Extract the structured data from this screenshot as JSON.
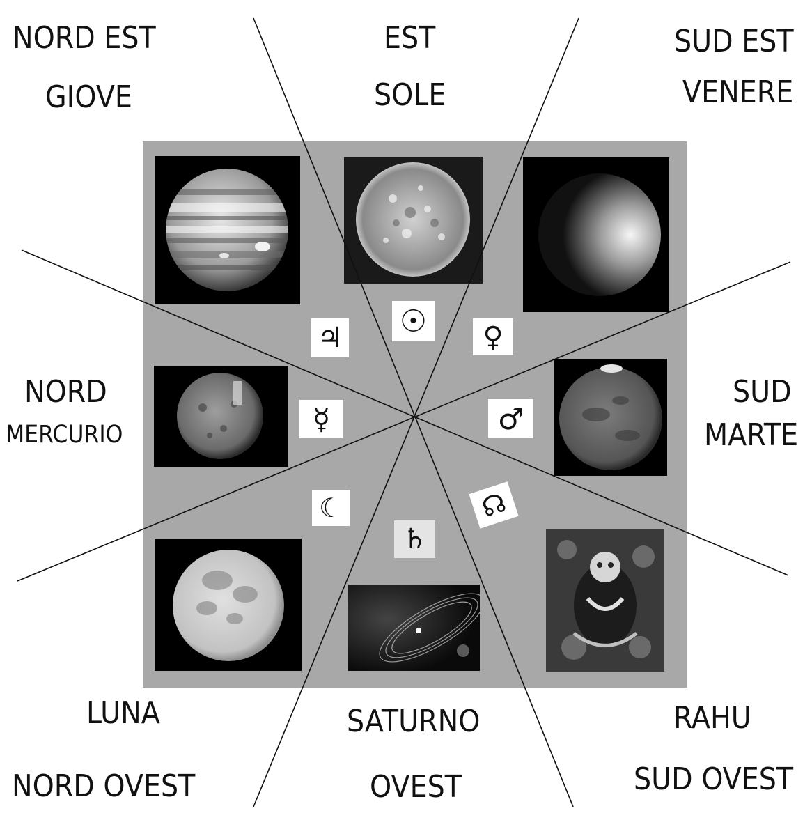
{
  "labels": {
    "north_east": "NORD EST",
    "jupiter": "GIOVE",
    "east": "EST",
    "sun": "SOLE",
    "south_east": "SUD EST",
    "venus": "VENERE",
    "north": "NORD",
    "mercury": "MERCURIO",
    "south": "SUD",
    "mars": "MARTE",
    "moon": "LUNA",
    "north_west": "NORD OVEST",
    "saturn": "SATURNO",
    "west": "OVEST",
    "rahu": "RAHU",
    "south_west": "SUD OVEST"
  },
  "symbols": {
    "jupiter": "♃",
    "sun": "☉",
    "venus": "♀",
    "mercury": "☿",
    "mars": "♂",
    "moon": "☾",
    "saturn": "♄",
    "rahu": "☊"
  },
  "colors": {
    "board": "#a8a8a8",
    "lines": "#111111",
    "background": "#ffffff"
  }
}
